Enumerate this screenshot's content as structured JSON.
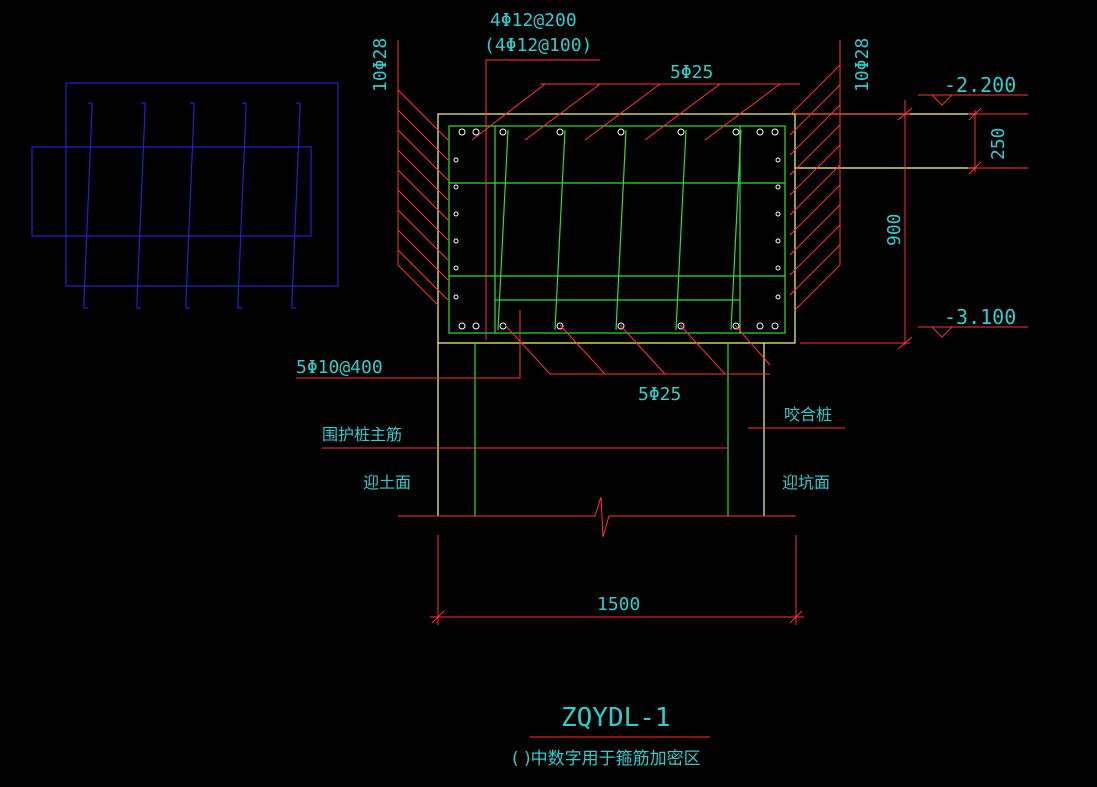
{
  "colors": {
    "background": "#000000",
    "outline": "#ffff80",
    "rebar": "#33dd33",
    "text": "#33cccc",
    "leader": "#ff3333",
    "detail_blue": "#2222cc",
    "white": "#ffffff"
  },
  "labels": {
    "stirrup_top": "4Φ12@200",
    "stirrup_top_alt": "(4Φ12@100)",
    "side_left": "10Φ28",
    "side_right": "10Φ28",
    "top_bars": "5Φ25",
    "bottom_bars": "5Φ25",
    "tie_bars": "5Φ10@400",
    "elev_top": "-2.200",
    "elev_bottom": "-3.100",
    "dim_250": "250",
    "dim_900": "900",
    "dim_1500": "1500",
    "pile_main_bar": "围护桩主筋",
    "soil_face": "迎土面",
    "interlock_pile": "咬合桩",
    "pit_face": "迎坑面",
    "title": "ZQYDL-1",
    "note": "( )中数字用于箍筋加密区"
  }
}
